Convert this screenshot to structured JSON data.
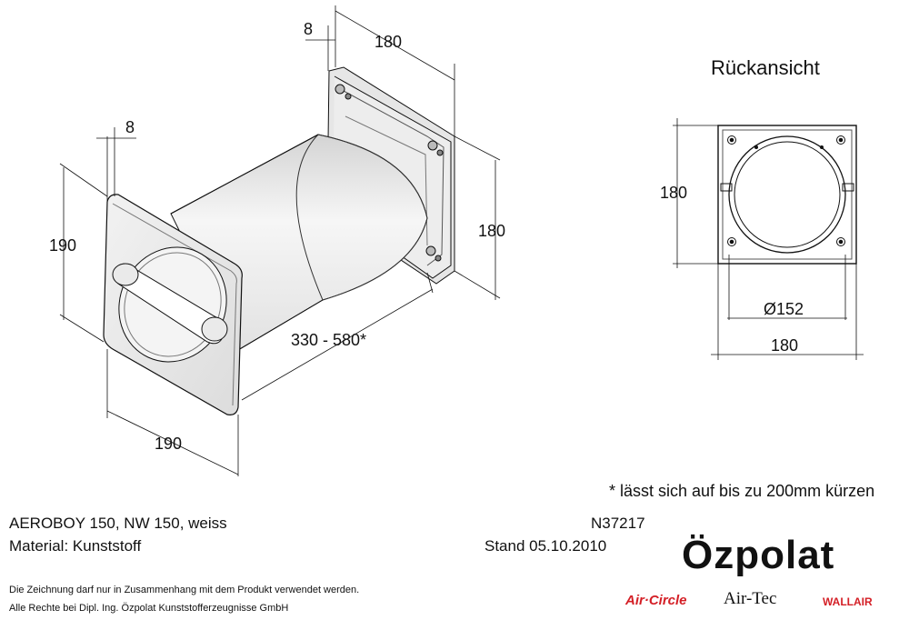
{
  "colors": {
    "ink": "#111111",
    "brand_red": "#d41f26",
    "brand_blue": "#1f5aa6"
  },
  "drawing": {
    "left_view": {
      "dim_flange_thickness_top": "8",
      "dim_back_width": "180",
      "dim_flange_thickness_left": "8",
      "dim_front_height": "190",
      "dim_back_height": "180",
      "dim_length": "330 - 580*",
      "dim_front_width": "190"
    },
    "rear_view": {
      "title": "Rückansicht",
      "dim_height": "180",
      "dim_diameter": "Ø152",
      "dim_width": "180"
    },
    "footnote": "* lässt sich auf bis zu 200mm kürzen"
  },
  "product": {
    "name_line": "AEROBOY 150, NW 150, weiss",
    "material_line": "Material: Kunststoff",
    "article_number": "N37217",
    "date_line": "Stand 05.10.2010"
  },
  "legal": {
    "line1": "Die Zeichnung darf nur in Zusammenhang mit dem Produkt verwendet werden.",
    "line2": "Alle Rechte bei Dipl. Ing. Özpolat Kunststofferzeugnisse GmbH"
  },
  "brand": {
    "company": "Özpolat",
    "logo_aircircle": "Air·Circle",
    "logo_airtec": "Air-Tec",
    "logo_wallair": "WALLAIR"
  }
}
